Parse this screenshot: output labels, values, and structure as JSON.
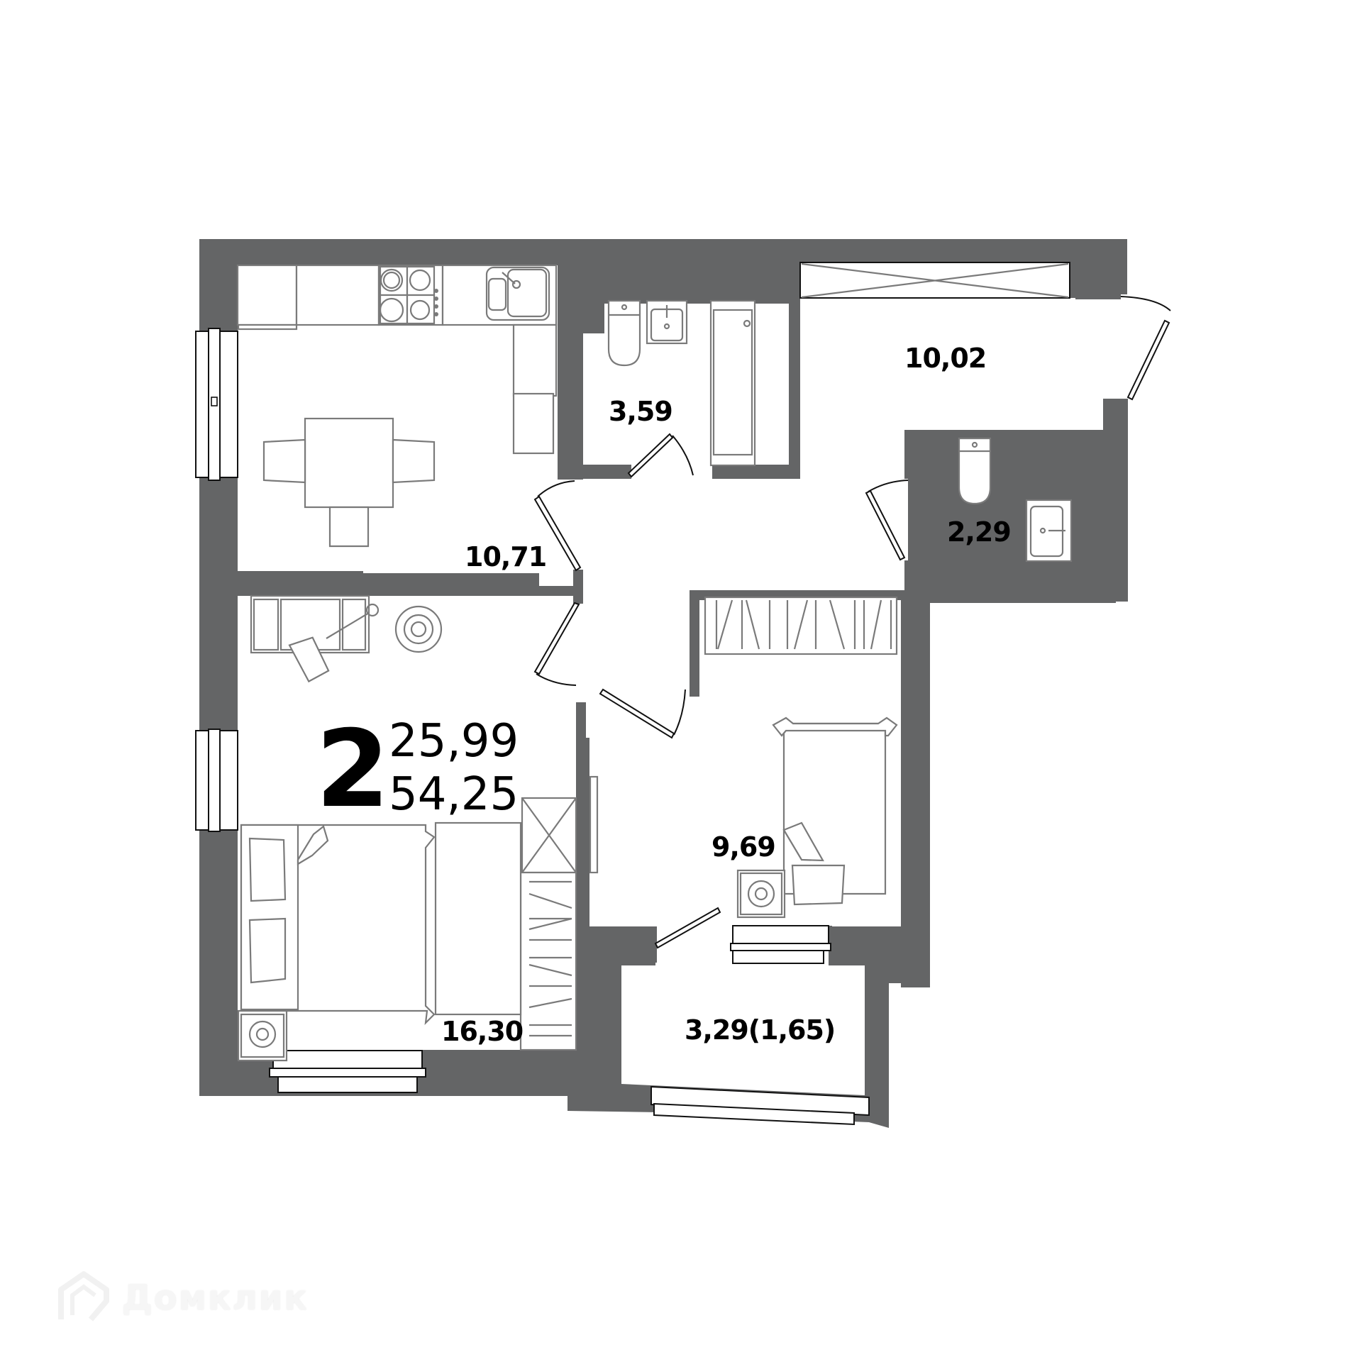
{
  "plan": {
    "rooms_count": "2",
    "living_area": "25,99",
    "total_area": "54,25"
  },
  "rooms": [
    {
      "id": "kitchen",
      "area": "10,71"
    },
    {
      "id": "bathroom",
      "area": "3,59"
    },
    {
      "id": "hallway",
      "area": "10,02"
    },
    {
      "id": "toilet",
      "area": "2,29"
    },
    {
      "id": "bedroom-large",
      "area": "16,30"
    },
    {
      "id": "bedroom-small",
      "area": "9,69"
    },
    {
      "id": "balcony",
      "area": "3,29(1,65)"
    }
  ],
  "watermark": {
    "text": "Домклик"
  },
  "colors": {
    "wall": "#646566",
    "furniture_stroke": "#7a7a7a",
    "text": "#000000",
    "background": "#ffffff"
  }
}
